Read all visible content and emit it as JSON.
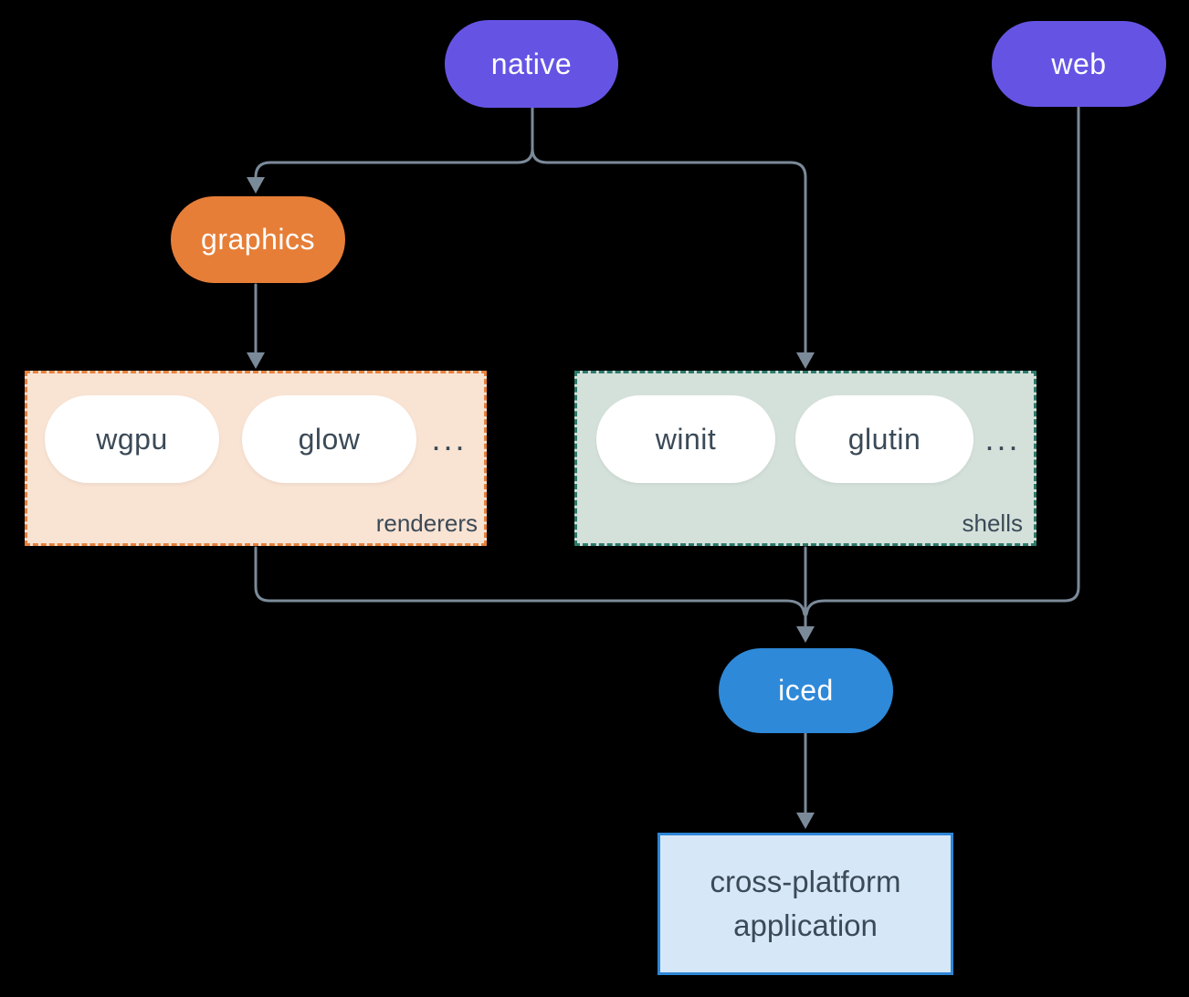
{
  "style": {
    "background": "#000000",
    "connector_color": "#7b8a99",
    "node_purple": "#6554e4",
    "node_orange": "#e67e38",
    "node_blue": "#2e89d8",
    "inner_pill_fill": "#ffffff",
    "dark_text": "#3b4a57",
    "renderers_fill": "#f9e3d3",
    "renderers_border": "#e6813c",
    "shells_fill": "#d4e1da",
    "shells_border": "#2c7a6b",
    "app_fill": "#d6e7f8",
    "app_border": "#2e86d5"
  },
  "nodes": {
    "native": {
      "label": "native",
      "fill": "#6554e4"
    },
    "web": {
      "label": "web",
      "fill": "#6554e4"
    },
    "graphics": {
      "label": "graphics",
      "fill": "#e67e38"
    },
    "wgpu": {
      "label": "wgpu",
      "fill": "#ffffff"
    },
    "glow": {
      "label": "glow",
      "fill": "#ffffff"
    },
    "winit": {
      "label": "winit",
      "fill": "#ffffff"
    },
    "glutin": {
      "label": "glutin",
      "fill": "#ffffff"
    },
    "iced": {
      "label": "iced",
      "fill": "#2e89d8"
    },
    "application": {
      "lines": [
        "cross-platform",
        "application"
      ],
      "fill": "#d6e7f8"
    }
  },
  "groups": {
    "renderers": {
      "label": "renderers",
      "ellipsis": "...",
      "members": [
        "wgpu",
        "glow"
      ]
    },
    "shells": {
      "label": "shells",
      "ellipsis": "...",
      "members": [
        "winit",
        "glutin"
      ]
    }
  },
  "edges": [
    {
      "from": "native",
      "to": "graphics"
    },
    {
      "from": "native",
      "to": "shells"
    },
    {
      "from": "graphics",
      "to": "renderers"
    },
    {
      "from": "renderers",
      "to": "iced"
    },
    {
      "from": "shells",
      "to": "iced"
    },
    {
      "from": "web",
      "to": "iced"
    },
    {
      "from": "iced",
      "to": "application"
    }
  ]
}
